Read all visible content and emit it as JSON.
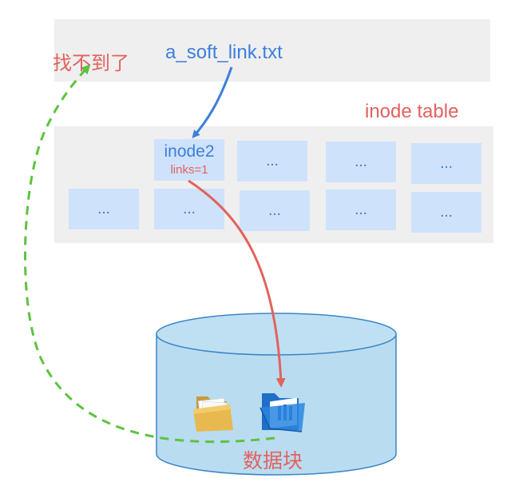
{
  "directory": {
    "filename": "a_soft_link.txt"
  },
  "inode_table": {
    "label": "inode table",
    "inode2": {
      "name": "inode2",
      "links": "links=1"
    },
    "placeholder": "..."
  },
  "disk": {
    "label": "数据块"
  },
  "lost_label": "找不到了",
  "colors": {
    "panel": "#efefef",
    "cell": "#cfe2fb",
    "blue": "#3d7fdc",
    "red": "#e2625d",
    "green": "#5cc33f",
    "disk_fill": "#b9dcf1",
    "disk_stroke": "#3a86c5"
  },
  "icons": [
    "folder-icon",
    "open-folder-icon"
  ]
}
